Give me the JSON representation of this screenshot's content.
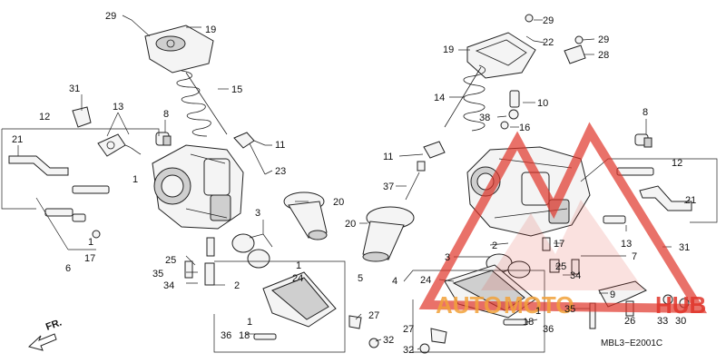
{
  "diagram": {
    "code": "MBL3−E2001C",
    "direction_label": "FR.",
    "watermark": {
      "brand_part1": "AUTO",
      "brand_part2": "MOTO",
      "brand_part3": "HUB",
      "color_red": "#e0342a",
      "color_orange": "#f2a23a"
    },
    "callouts": {
      "l29": "29",
      "l19": "19",
      "l15": "15",
      "l31": "31",
      "l13": "13",
      "l8": "8",
      "l12": "12",
      "l21": "21",
      "l11": "11",
      "l23": "23",
      "l1a": "1",
      "l6": "6",
      "l17": "17",
      "l1b": "1",
      "l20a": "20",
      "l3": "3",
      "l25": "25",
      "l35": "35",
      "l34": "34",
      "l2": "2",
      "l1c": "1",
      "l24": "24",
      "l5": "5",
      "l36": "36",
      "l18": "18",
      "l1d": "1",
      "l27": "27",
      "l32": "32",
      "r29a": "29",
      "r22": "22",
      "r19": "19",
      "r29b": "29",
      "r28": "28",
      "r14": "14",
      "r10": "10",
      "r38": "38",
      "r16": "16",
      "r8": "8",
      "r11": "11",
      "r37": "37",
      "r20": "20",
      "r12": "12",
      "r21": "21",
      "r13": "13",
      "r31": "31",
      "r17": "17",
      "r3": "3",
      "r2": "2",
      "r25": "25",
      "r7": "7",
      "r4": "4",
      "r24": "24",
      "r34": "34",
      "r9": "9",
      "r35": "35",
      "r26": "26",
      "r33": "33",
      "r30": "30",
      "r18": "18",
      "r1": "1",
      "r36": "36",
      "r27": "27",
      "r32": "32"
    }
  }
}
